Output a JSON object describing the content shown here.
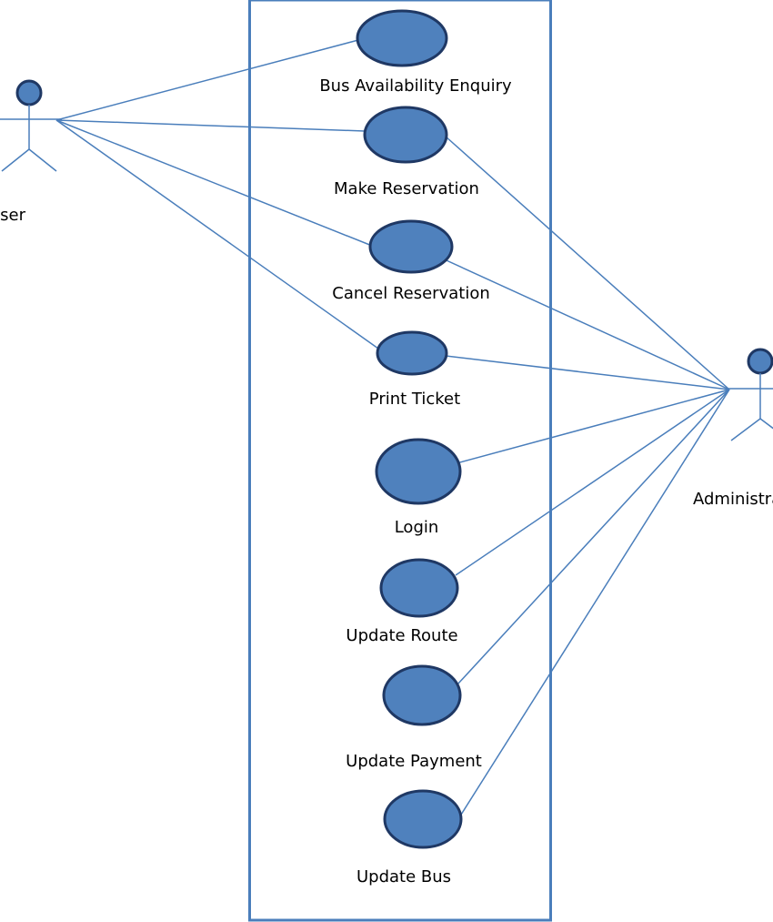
{
  "actors": {
    "user": {
      "label": "User"
    },
    "admin": {
      "label": "Administrator"
    }
  },
  "use_cases": [
    {
      "id": "bus-availability-enquiry",
      "label": "Bus Availability Enquiry"
    },
    {
      "id": "make-reservation",
      "label": "Make Reservation"
    },
    {
      "id": "cancel-reservation",
      "label": "Cancel Reservation"
    },
    {
      "id": "print-ticket",
      "label": "Print Ticket"
    },
    {
      "id": "login",
      "label": "Login"
    },
    {
      "id": "update-route",
      "label": "Update Route"
    },
    {
      "id": "update-payment",
      "label": "Update Payment"
    },
    {
      "id": "update-bus",
      "label": "Update Bus"
    }
  ],
  "colors": {
    "fill": "#4f81bd",
    "outline": "#1f3864",
    "line": "#4a7ebb",
    "text": "#000000"
  }
}
